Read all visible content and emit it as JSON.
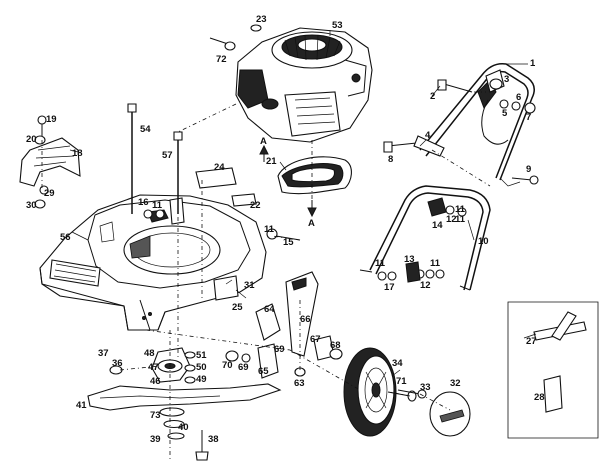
{
  "diagram": {
    "labels": {
      "l1": "1",
      "l2": "2",
      "l3": "3",
      "l4": "4",
      "l5": "5",
      "l6": "6",
      "l7": "7",
      "l8": "8",
      "l9": "9",
      "l10": "10",
      "l11a": "11",
      "l11b": "11",
      "l11c": "11",
      "l11d": "11",
      "l11e": "11",
      "l11f": "11",
      "l12a": "12",
      "l12b": "12",
      "l13": "13",
      "l14": "14",
      "l15": "15",
      "l16": "16",
      "l17": "17",
      "l18": "18",
      "l19": "19",
      "l20": "20",
      "l21": "21",
      "l22": "22",
      "l23": "23",
      "l24": "24",
      "l25": "25",
      "l27": "27",
      "l28": "28",
      "l29": "29",
      "l30": "30",
      "l31": "31",
      "l32": "32",
      "l33": "33",
      "l34": "34",
      "l36": "36",
      "l37": "37",
      "l38": "38",
      "l39": "39",
      "l40": "40",
      "l41": "41",
      "l46": "46",
      "l47": "47",
      "l48": "48",
      "l49": "49",
      "l50": "50",
      "l51": "51",
      "l53": "53",
      "l54": "54",
      "l56": "56",
      "l57": "57",
      "l63": "63",
      "l64": "64",
      "l65": "65",
      "l66": "66",
      "l67": "67",
      "l68": "68",
      "l69a": "69",
      "l69b": "69",
      "l70": "70",
      "l71": "71",
      "l72": "72",
      "l73": "73",
      "lA1": "A",
      "lA2": "A"
    }
  }
}
